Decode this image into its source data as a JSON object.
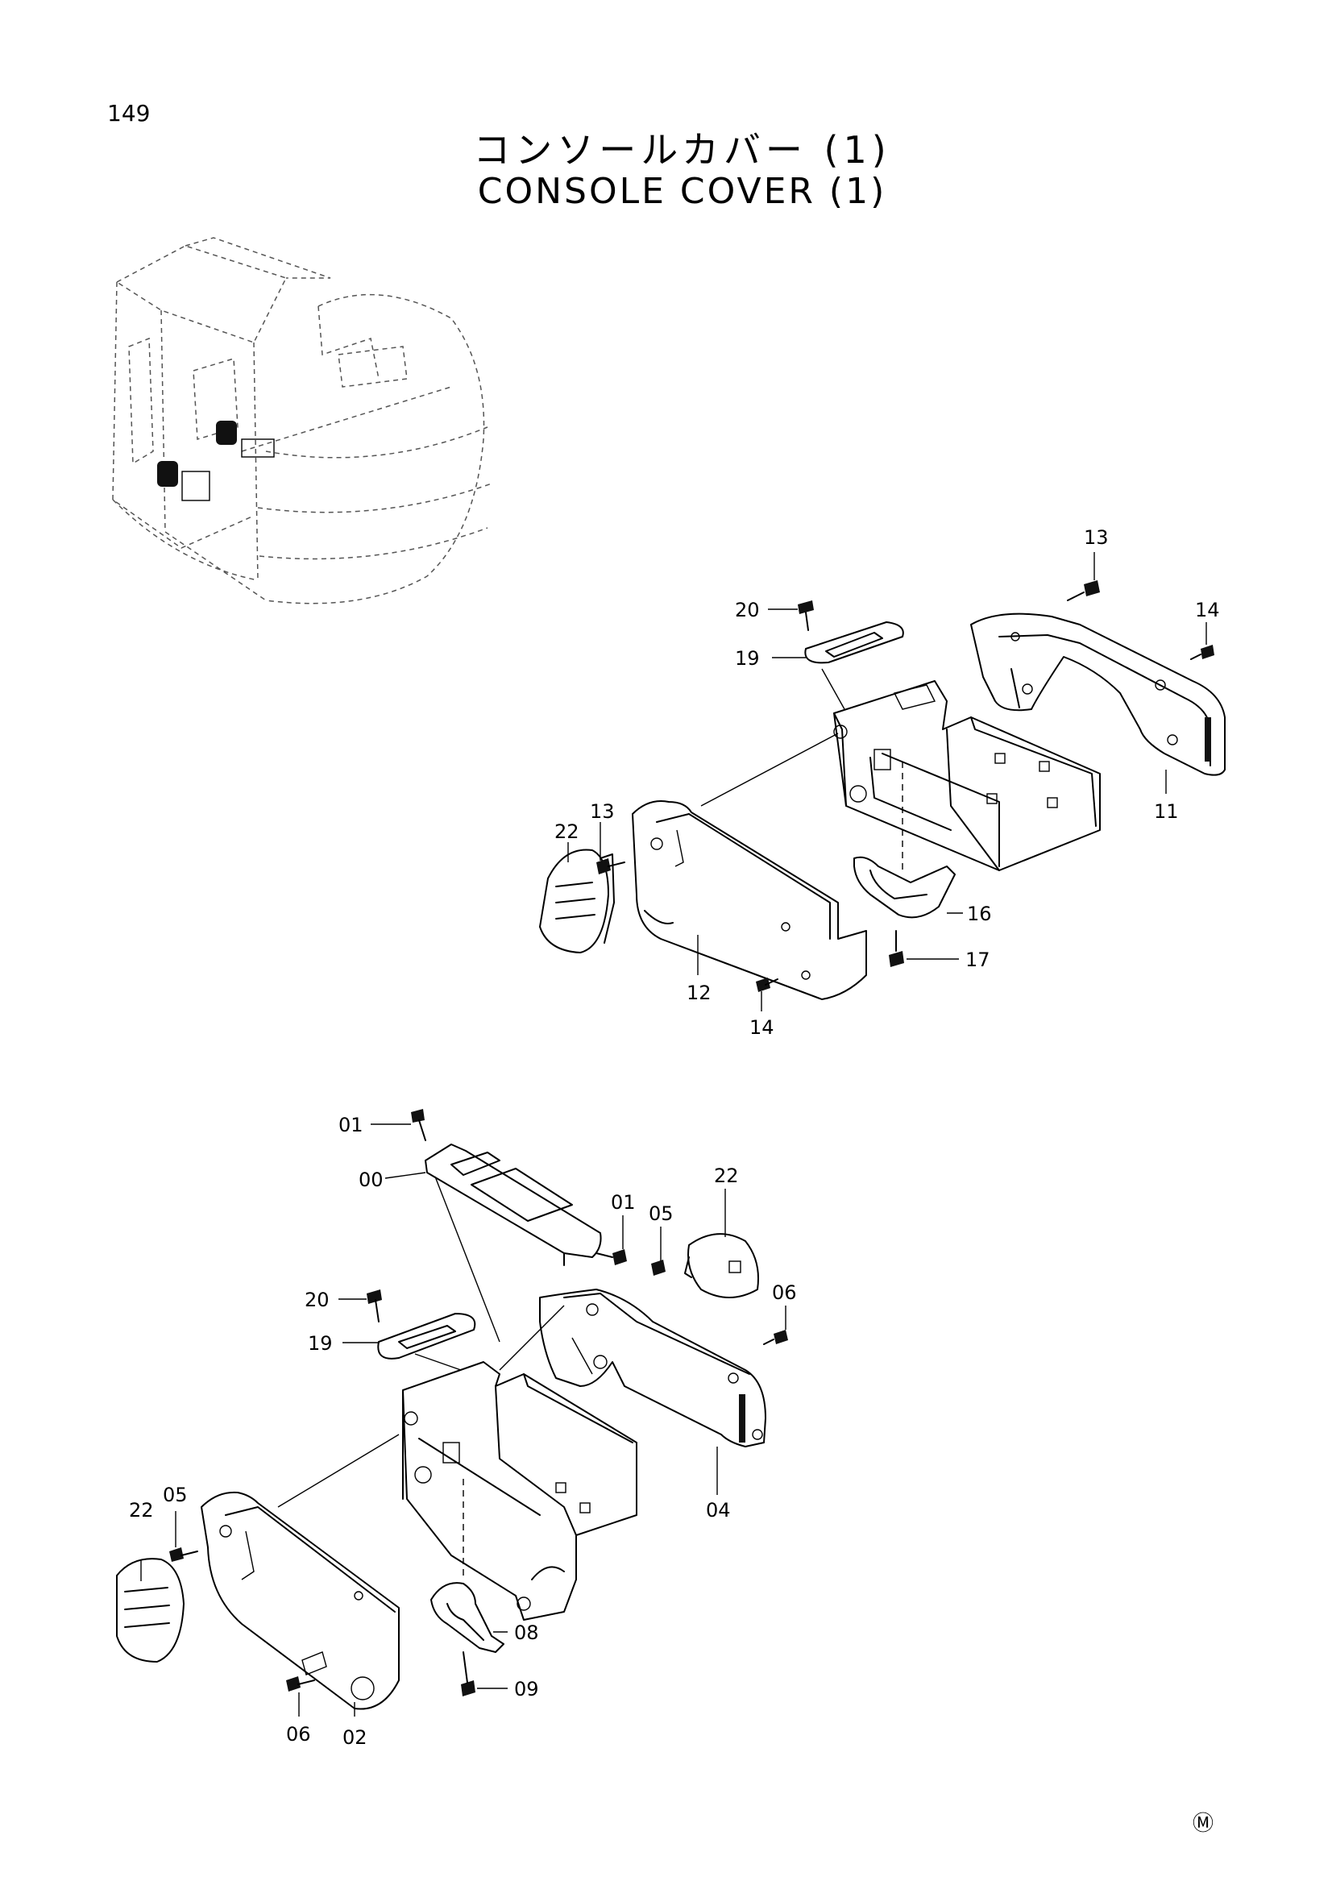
{
  "page": {
    "number": "149",
    "title_jp": "コンソールカバー (1)",
    "title_en": "CONSOLE COVER (1)",
    "mark": "Ⓜ"
  },
  "upper_callouts": [
    {
      "id": "13a",
      "text": "13"
    },
    {
      "id": "14a",
      "text": "14"
    },
    {
      "id": "20a",
      "text": "20"
    },
    {
      "id": "19a",
      "text": "19"
    },
    {
      "id": "11",
      "text": "11"
    },
    {
      "id": "13b",
      "text": "13"
    },
    {
      "id": "22a",
      "text": "22"
    },
    {
      "id": "16",
      "text": "16"
    },
    {
      "id": "17",
      "text": "17"
    },
    {
      "id": "12",
      "text": "12"
    },
    {
      "id": "14b",
      "text": "14"
    }
  ],
  "lower_callouts": [
    {
      "id": "01a",
      "text": "01"
    },
    {
      "id": "00",
      "text": "00"
    },
    {
      "id": "01b",
      "text": "01"
    },
    {
      "id": "05a",
      "text": "05"
    },
    {
      "id": "22b",
      "text": "22"
    },
    {
      "id": "20b",
      "text": "20"
    },
    {
      "id": "06a",
      "text": "06"
    },
    {
      "id": "19b",
      "text": "19"
    },
    {
      "id": "04",
      "text": "04"
    },
    {
      "id": "22c",
      "text": "22"
    },
    {
      "id": "05b",
      "text": "05"
    },
    {
      "id": "08",
      "text": "08"
    },
    {
      "id": "09",
      "text": "09"
    },
    {
      "id": "06b",
      "text": "06"
    },
    {
      "id": "02",
      "text": "02"
    }
  ]
}
